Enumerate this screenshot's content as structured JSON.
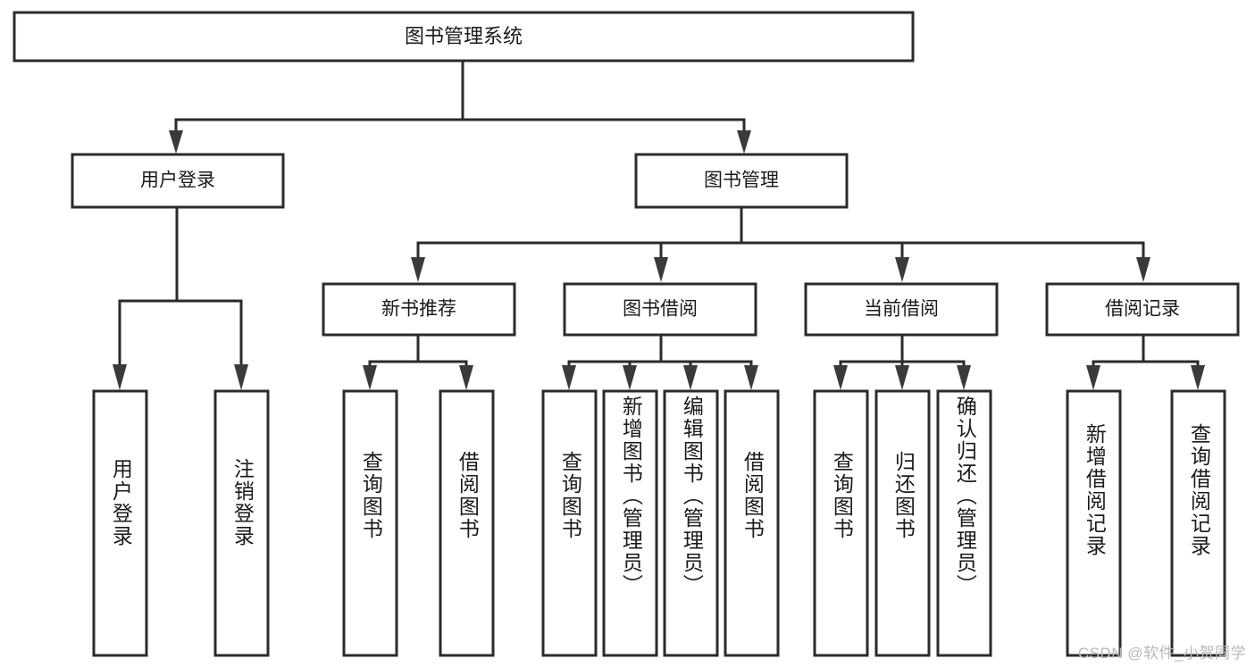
{
  "diagram": {
    "type": "tree-hierarchy",
    "title": "图书管理系统",
    "watermark": "CSDN @软件_小贺同学",
    "colors": {
      "box_stroke": "#2b2b2b",
      "box_fill": "#ffffff",
      "connector": "#2b2b2b",
      "arrow": "#3a3a3a",
      "text": "#1a1a1a",
      "watermark": "#b9b9b9",
      "background": "#ffffff"
    },
    "root": {
      "label": "图书管理系统"
    },
    "level1": [
      {
        "label": "用户登录"
      },
      {
        "label": "图书管理"
      }
    ],
    "level2": [
      {
        "label": "新书推荐"
      },
      {
        "label": "图书借阅"
      },
      {
        "label": "当前借阅"
      },
      {
        "label": "借阅记录"
      }
    ],
    "leaves": {
      "user_login": [
        {
          "label": "用户登录"
        },
        {
          "label": "注销登录"
        }
      ],
      "new_book_recommend": [
        {
          "label": "查询图书"
        },
        {
          "label": "借阅图书"
        }
      ],
      "book_borrow": [
        {
          "label": "查询图书"
        },
        {
          "label": "新增图书（管理员）"
        },
        {
          "label": "编辑图书（管理员）"
        },
        {
          "label": "借阅图书"
        }
      ],
      "current_borrow": [
        {
          "label": "查询图书"
        },
        {
          "label": "归还图书"
        },
        {
          "label": "确认归还（管理员）"
        }
      ],
      "borrow_record": [
        {
          "label": "新增借阅记录"
        },
        {
          "label": "查询借阅记录"
        }
      ]
    }
  }
}
